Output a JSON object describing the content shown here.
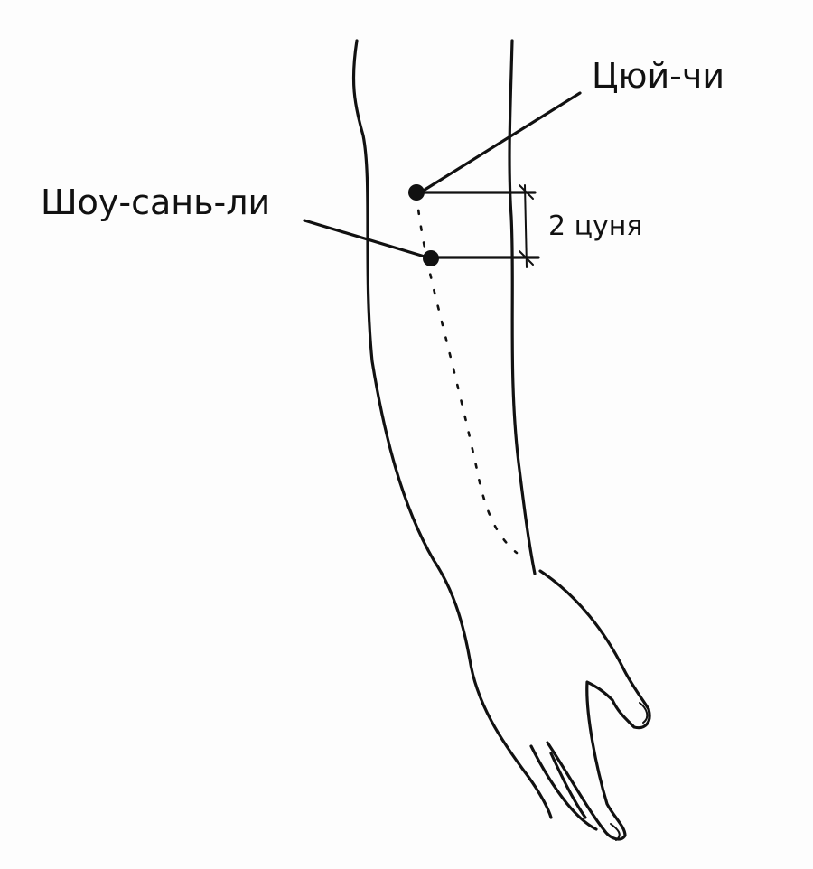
{
  "points": {
    "upper": {
      "label": "Цюй-чи"
    },
    "lower": {
      "label": "Шоу-сань-ли"
    }
  },
  "measure": {
    "label": "2 цуня"
  },
  "colors": {
    "ink": "#111111",
    "background": "#fdfdfd"
  }
}
